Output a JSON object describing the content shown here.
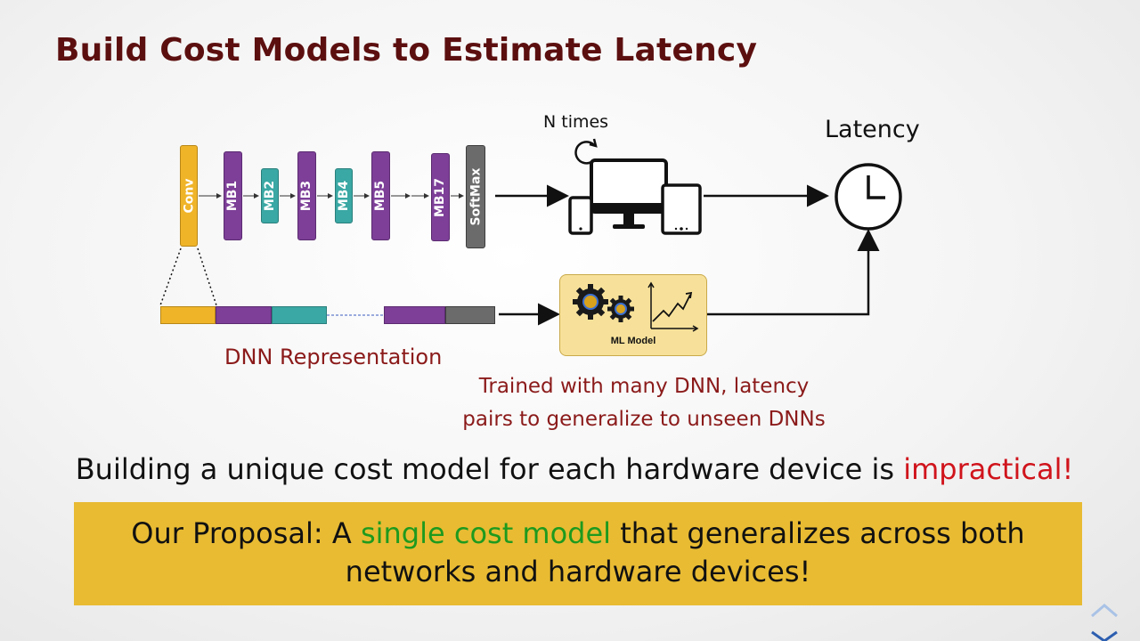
{
  "slide": {
    "title": "Build Cost Models to Estimate Latency",
    "n_times_label": "N times",
    "latency_label": "Latency",
    "dnn_representation_label": "DNN Representation",
    "ml_model_label": "ML Model",
    "trained_line1": "Trained with many DNN, latency",
    "trained_line2": "pairs to generalize to unseen DNNs",
    "statement_prefix": "Building a unique cost model for each hardware device is ",
    "statement_emphasis": "impractical!",
    "proposal_prefix": "Our Proposal: A ",
    "proposal_emphasis": "single cost model",
    "proposal_suffix": " that generalizes across both",
    "proposal_line2": "networks and hardware devices!"
  },
  "network_blocks": [
    {
      "label": "Conv",
      "color": "#f0b429"
    },
    {
      "label": "MB1",
      "color": "#7d3f98"
    },
    {
      "label": "MB2",
      "color": "#3aa8a4"
    },
    {
      "label": "MB3",
      "color": "#7d3f98"
    },
    {
      "label": "MB4",
      "color": "#3aa8a4"
    },
    {
      "label": "MB5",
      "color": "#7d3f98"
    },
    {
      "label": "MB17",
      "color": "#7d3f98"
    },
    {
      "label": "SoftMax",
      "color": "#6b6b6b"
    }
  ],
  "icons": {
    "devices": "devices-icon",
    "clock": "clock-icon",
    "gears": "gears-icon",
    "chart": "line-chart-icon",
    "loop": "loop-arrow-icon",
    "nav_up": "chevron-up-icon",
    "nav_down": "chevron-down-icon"
  },
  "colors": {
    "title": "#5c0f0f",
    "accent_red": "#d0141c",
    "accent_green": "#1e9a1e",
    "proposal_bg": "#e8bb33",
    "annotation": "#8b1a1a"
  }
}
